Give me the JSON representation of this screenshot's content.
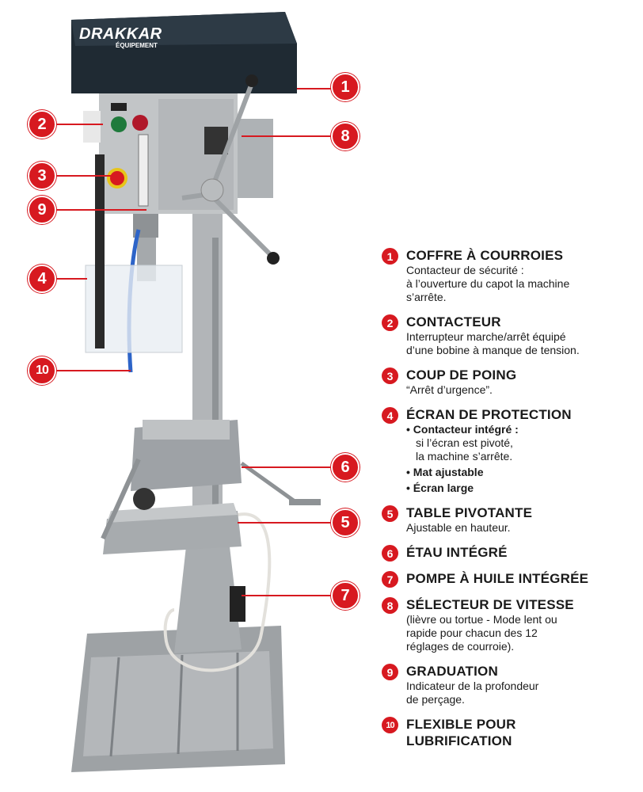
{
  "logo": {
    "main": "DRAKKAR",
    "sub": "ÉQUIPEMENT"
  },
  "colors": {
    "accent": "#d71920",
    "head": "#1f2a33",
    "metal": "#b9bcbe"
  },
  "features": [
    {
      "number": "1",
      "title": "COFFRE À COURROIES",
      "lines": [
        "Contacteur de sécurité :",
        "à l’ouverture du capot la machine",
        "s’arrête."
      ]
    },
    {
      "number": "2",
      "title": "CONTACTEUR",
      "lines": [
        "Interrupteur marche/arrêt équipé",
        "d’une bobine à manque de tension."
      ]
    },
    {
      "number": "3",
      "title": "COUP DE POING",
      "lines": [
        "“Arrêt d’urgence”."
      ]
    },
    {
      "number": "4",
      "title": "ÉCRAN DE PROTECTION",
      "bullets": [
        {
          "bold": "Contacteur intégré :",
          "lines": [
            "si l’écran est pivoté,",
            "la machine s’arrête."
          ]
        },
        {
          "bold": "Mat ajustable"
        },
        {
          "bold": "Écran large"
        }
      ]
    },
    {
      "number": "5",
      "title": "TABLE PIVOTANTE",
      "lines": [
        "Ajustable en hauteur."
      ]
    },
    {
      "number": "6",
      "title": "ÉTAU INTÉGRÉ"
    },
    {
      "number": "7",
      "title": "POMPE À HUILE INTÉGRÉE"
    },
    {
      "number": "8",
      "title": "SÉLECTEUR DE VITESSE",
      "lines": [
        "(lièvre ou tortue - Mode lent ou",
        "rapide pour chacun des 12",
        "réglages de courroie)."
      ]
    },
    {
      "number": "9",
      "title": "GRADUATION",
      "lines": [
        "Indicateur de la profondeur",
        "de perçage."
      ]
    },
    {
      "number": "10",
      "title": "FLEXIBLE POUR",
      "title2": "LUBRIFICATION"
    }
  ]
}
